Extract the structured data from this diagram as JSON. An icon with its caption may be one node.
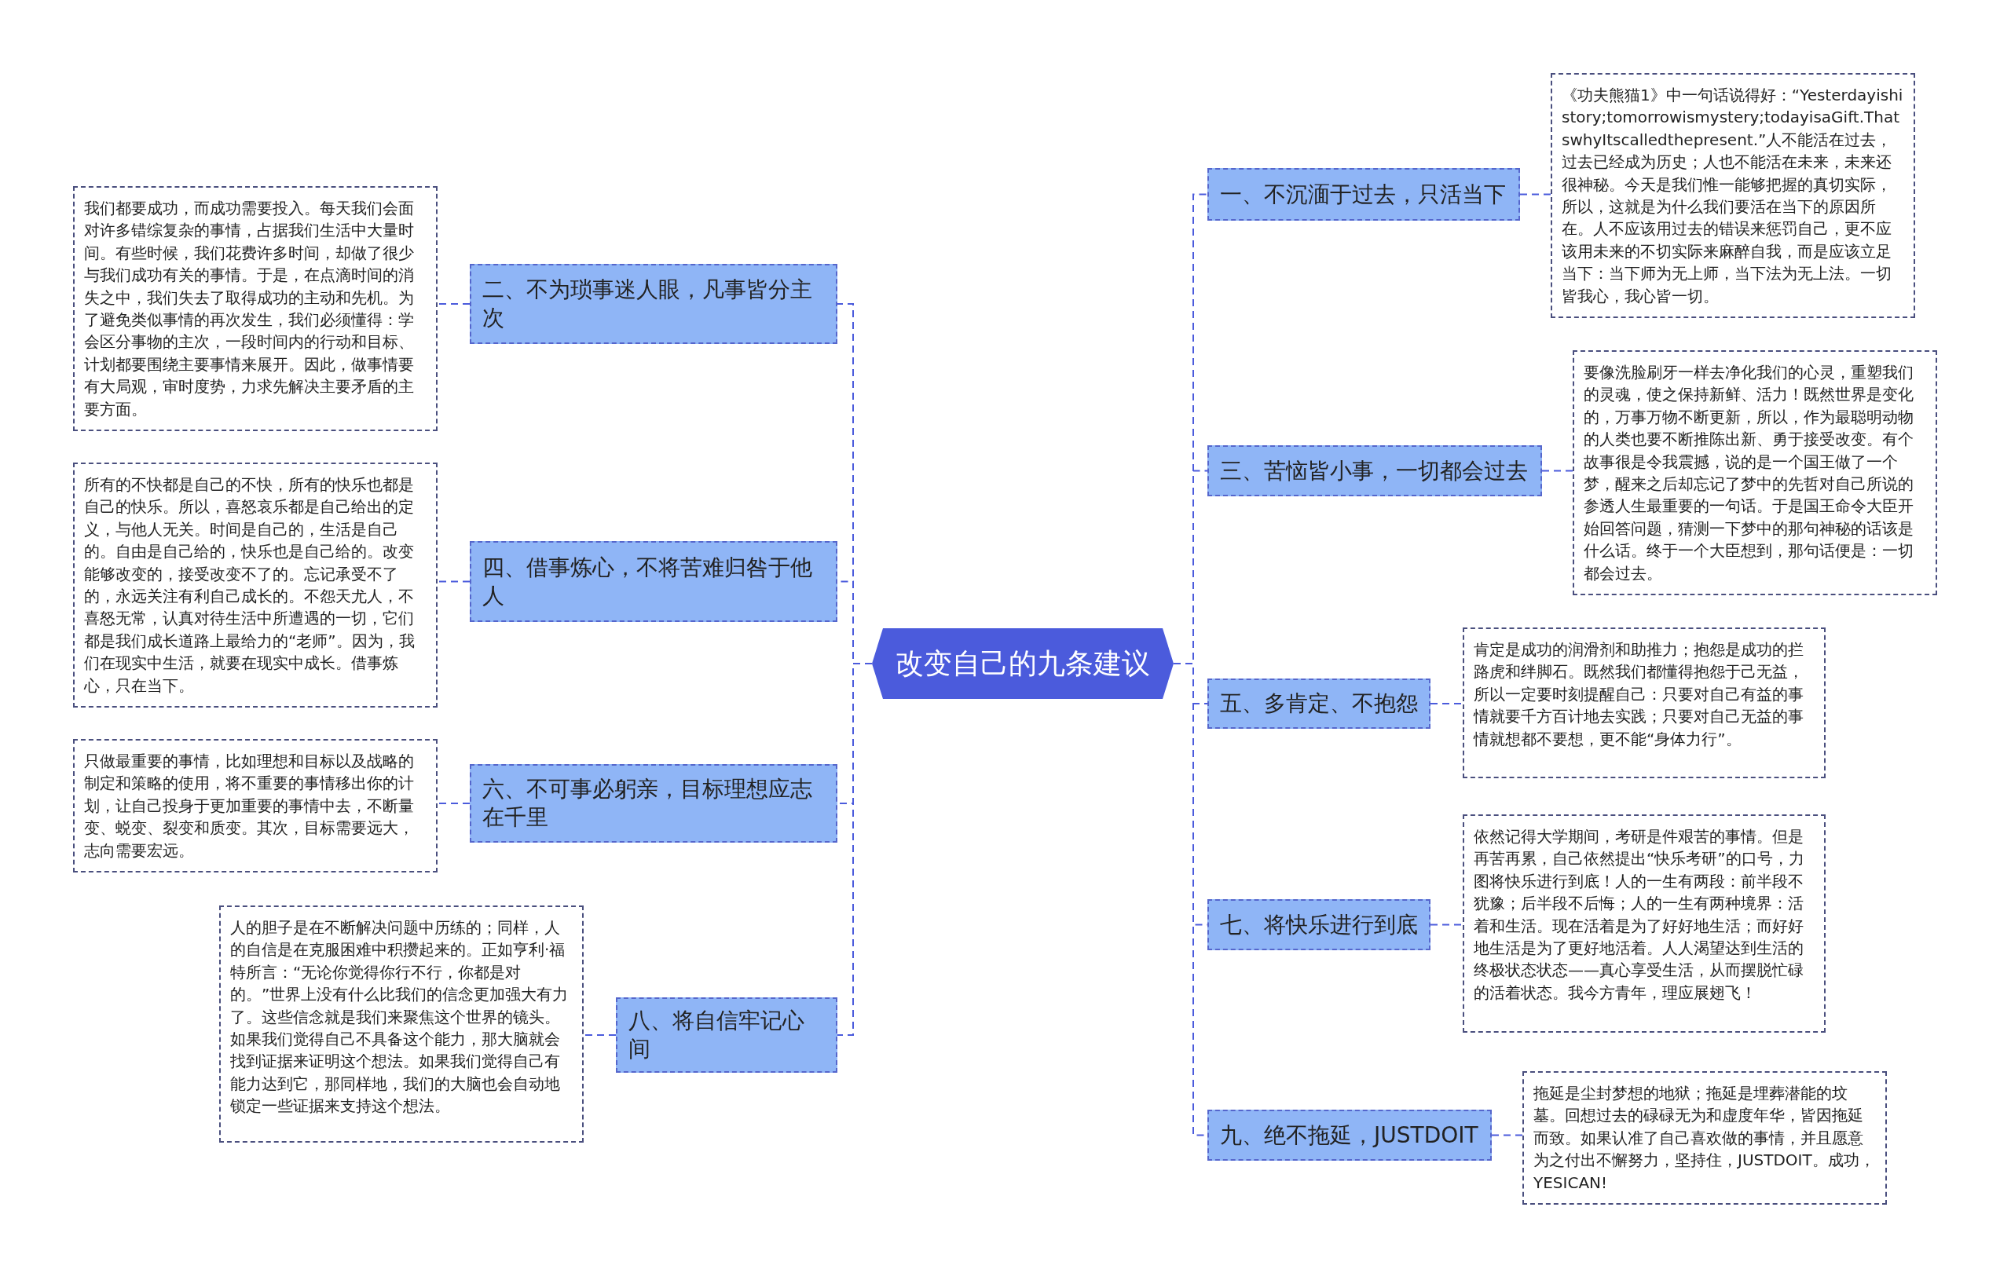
{
  "diagram": {
    "nodes": [
      {
        "text": [
          "改变自己的九条建议"
        ]
      },
      {
        "text": [
          "一、不沉湎于过去，只活当下"
        ]
      },
      {
        "text": [
          "《功夫熊猫1》中一句话说得好：“Yesterdayishistory;tomorrowismystery;todayisaGift.ThatswhyItscalledthepresent.”人不能活在过去，过去已经成为历史；人也不能活在未来，未来还很神秘。今天是我们惟一能够把握的真切实际，所以，这就是为什么我们要活在当下的原因所在。人不应该用过去的错误来惩罚自己，更不应该用未来的不切实际来麻醉自我，而是应该立足当下：当下师为无上师，当下法为无上法。一切皆我心，我心皆一切。"
        ]
      },
      {
        "text": [
          "二、不为琐事迷人眼，凡事皆分主次"
        ]
      },
      {
        "text": [
          "我们都要成功，而成功需要投入。每天我们会面对许多错综复杂的事情，占据我们生活中大量时间。有些时候，我们花费许多时间，却做了很少与我们成功有关的事情。于是，在点滴时间的消失之中，我们失去了取得成功的主动和先机。为了避免类似事情的再次发生，我们必须懂得：学会区分事物的主次，一段时间内的行动和目标、计划都要围绕主要事情来展开。因此，做事情要有大局观，审时度势，力求先解决主要矛盾的主要方面。"
        ]
      },
      {
        "text": [
          "三、苦恼皆小事，一切都会过去"
        ]
      },
      {
        "text": [
          "要像洗脸刷牙一样去净化我们的心灵，重塑我们的灵魂，使之保持新鲜、活力！既然世界是变化的，万事万物不断更新，所以，作为最聪明动物的人类也要不断推陈出新、勇于接受改变。有个故事很是令我震撼，说的是一个国王做了一个梦，醒来之后却忘记了梦中的先哲对自己所说的参透人生最重要的一句话。于是国王命令大臣开始回答问题，猜测一下梦中的那句神秘的话该是什么话。终于一个大臣想到，那句话便是：一切都会过去。"
        ]
      },
      {
        "text": [
          "四、借事炼心，不将苦难归咎于他人"
        ]
      },
      {
        "text": [
          "所有的不快都是自己的不快，所有的快乐也都是自己的快乐。所以，喜怒哀乐都是自己给出的定义，与他人无关。时间是自己的，生活是自己的。自由是自己给的，快乐也是自己给的。改变能够改变的，接受改变不了的。忘记承受不了的，永远关注有利自己成长的。不怨天尤人，不喜怒无常，认真对待生活中所遭遇的一切，它们都是我们成长道路上最给力的“老师”。因为，我们在现实中生活，就要在现实中成长。借事炼心，只在当下。"
        ]
      },
      {
        "text": [
          "五、多肯定、不抱怨"
        ]
      },
      {
        "text": [
          "肯定是成功的润滑剂和助推力；抱怨是成功的拦路虎和绊脚石。既然我们都懂得抱怨于己无益，所以一定要时刻提醒自己：只要对自己有益的事情就要千方百计地去实践；只要对自己无益的事情就想都不要想，更不能“身体力行”。"
        ]
      },
      {
        "text": [
          "六、不可事必躬亲，目标理想应志在千里"
        ]
      },
      {
        "text": [
          "只做最重要的事情，比如理想和目标以及战略的制定和策略的使用，将不重要的事情移出你的计划，让自己投身于更加重要的事情中去，不断量变、蜕变、裂变和质变。其次，目标需要远大，志向需要宏远。"
        ]
      },
      {
        "text": [
          "七、将快乐进行到底"
        ]
      },
      {
        "text": [
          "依然记得大学期间，考研是件艰苦的事情。但是再苦再累，自己依然提出“快乐考研”的口号，力图将快乐进行到底！人的一生有两段：前半段不犹豫；后半段不后悔；人的一生有两种境界：活着和生活。现在活着是为了好好地生活；而好好地生活是为了更好地活着。人人渴望达到生活的终极状态状态——真心享受生活，从而摆脱忙碌的活着状态。我今方青年，理应展翅飞！"
        ]
      },
      {
        "text": [
          "八、将自信牢记心间"
        ]
      },
      {
        "text": [
          "人的胆子是在不断解决问题中历练的；同样，人的自信是在克服困难中积攒起来的。正如亨利·福特所言：“无论你觉得你行不行，你都是对的。”世界上没有什么比我们的信念更加强大有力了。这些信念就是我们来聚焦这个世界的镜头。如果我们觉得自己不具备这个能力，那大脑就会找到证据来证明这个想法。如果我们觉得自己有能力达到它，那同样地，我们的大脑也会自动地锁定一些证据来支持这个想法。"
        ]
      },
      {
        "text": [
          "九、绝不拖延，JUSTDOIT"
        ]
      },
      {
        "text": [
          "拖延是尘封梦想的地狱；拖延是埋葬潜能的坟墓。回想过去的碌碌无为和虚度年华，皆因拖延而致。如果认准了自己喜欢做的事情，并且愿意为之付出不懈努力，坚持住，JUSTDOIT。成功，YESICAN!"
        ]
      }
    ],
    "edges": [
      {
        "from": 0,
        "to": 1,
        "arrow": "none"
      },
      {
        "from": 1,
        "to": 2,
        "arrow": "none"
      },
      {
        "from": 0,
        "to": 3,
        "arrow": "none"
      },
      {
        "from": 3,
        "to": 4,
        "arrow": "none"
      },
      {
        "from": 0,
        "to": 5,
        "arrow": "none"
      },
      {
        "from": 5,
        "to": 6,
        "arrow": "none"
      },
      {
        "from": 0,
        "to": 7,
        "arrow": "none"
      },
      {
        "from": 7,
        "to": 8,
        "arrow": "none"
      },
      {
        "from": 0,
        "to": 9,
        "arrow": "none"
      },
      {
        "from": 9,
        "to": 10,
        "arrow": "none"
      },
      {
        "from": 0,
        "to": 11,
        "arrow": "none"
      },
      {
        "from": 11,
        "to": 12,
        "arrow": "none"
      },
      {
        "from": 0,
        "to": 13,
        "arrow": "none"
      },
      {
        "from": 13,
        "to": 14,
        "arrow": "none"
      },
      {
        "from": 0,
        "to": 15,
        "arrow": "none"
      },
      {
        "from": 15,
        "to": 16,
        "arrow": "none"
      },
      {
        "from": 0,
        "to": 17,
        "arrow": "none"
      },
      {
        "from": 17,
        "to": 18,
        "arrow": "none"
      }
    ]
  }
}
